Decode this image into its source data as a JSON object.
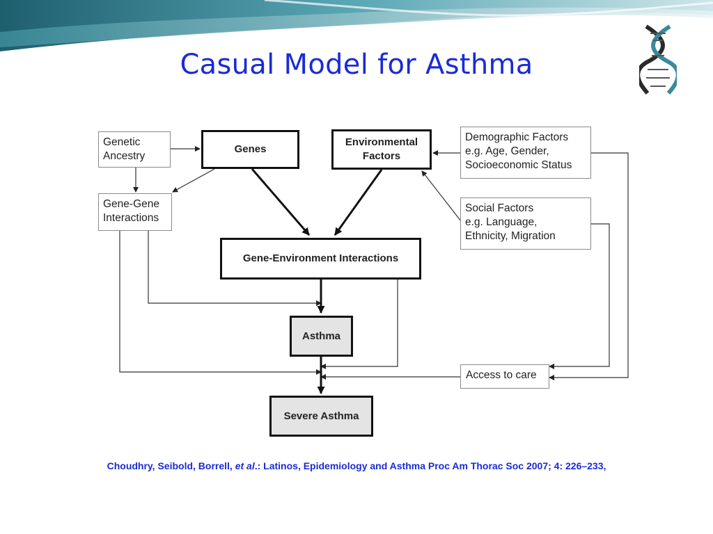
{
  "slide": {
    "title": "Casual Model for Asthma"
  },
  "colors": {
    "title": "#1a2bd6",
    "box_border_thick": "#111111",
    "box_border_thin": "#8a8a8a",
    "grey_fill": "#e4e4e4",
    "banner": "#2e7d8c"
  },
  "nodes": {
    "genetic_ancestry": [
      "Genetic",
      "Ancestry"
    ],
    "genes": "Genes",
    "environmental_factors": [
      "Environmental",
      "Factors"
    ],
    "demographic_factors": [
      "Demographic Factors",
      "e.g. Age, Gender,",
      "Socioeconomic Status"
    ],
    "gene_gene_interactions": [
      "Gene-Gene",
      "Interactions"
    ],
    "social_factors": [
      "Social Factors",
      "e.g. Language,",
      "Ethnicity, Migration"
    ],
    "gene_environment_interactions": "Gene-Environment Interactions",
    "asthma": "Asthma",
    "access_to_care": "Access to care",
    "severe_asthma": "Severe Asthma"
  },
  "citation": {
    "authors": "Choudhry, Seibold, Borrell, ",
    "etal": "et al",
    "rest": ".: Latinos, Epidemiology and Asthma Proc Am Thorac Soc 2007;  4: 226–233,"
  }
}
